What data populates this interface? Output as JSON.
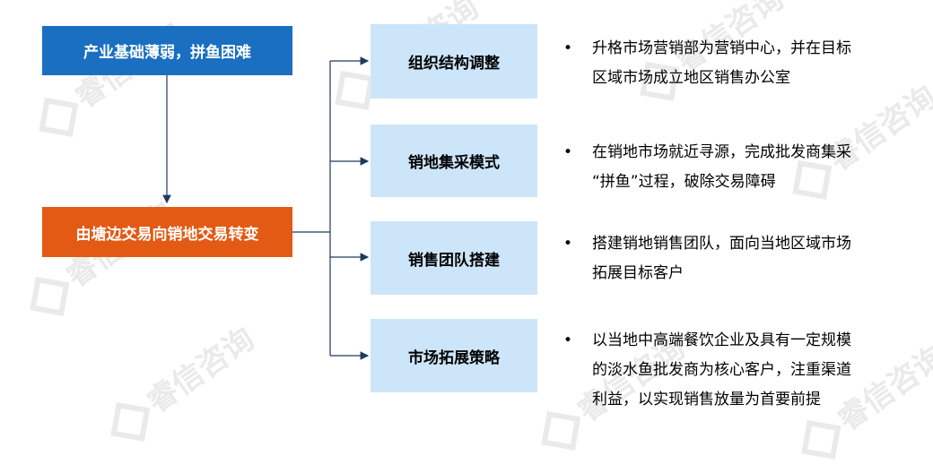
{
  "watermark": {
    "text": "睿信咨询"
  },
  "top_box": {
    "label": "产业基础薄弱，拼鱼困难"
  },
  "main_box": {
    "label": "由塘边交易向销地交易转变"
  },
  "branches": [
    {
      "label": "组织结构调整",
      "bullet": "升格市场营销部为营销中心，并在目标区域市场成立地区销售办公室",
      "lines": [
        "升格市场营销部为营销中心，并在目标",
        "区域市场成立地区销售办公室"
      ]
    },
    {
      "label": "销地集采模式",
      "bullet": "在销地市场就近寻源，完成批发商集采“拼鱼”过程，破除交易障碍",
      "lines": [
        "在销地市场就近寻源，完成批发商集采",
        "“拼鱼”过程，破除交易障碍"
      ]
    },
    {
      "label": "销售团队搭建",
      "bullet": "搭建销地销售团队，面向当地区域市场拓展目标客户",
      "lines": [
        "搭建销地销售团队，面向当地区域市场",
        "拓展目标客户"
      ]
    },
    {
      "label": "市场拓展策略",
      "bullet": "以当地中高端餐饮企业及具有一定规模的淡水鱼批发商为核心客户，注重渠道利益，以实现销售放量为首要前提",
      "lines": [
        "以当地中高端餐饮企业及具有一定规模",
        "的淡水鱼批发商为核心客户，注重渠道",
        "利益，以实现销售放量为首要前提"
      ]
    }
  ],
  "colors": {
    "blue": "#1a6fc0",
    "orange": "#e35a14",
    "light": "#cde5f9",
    "line": "#1f3a5f"
  }
}
